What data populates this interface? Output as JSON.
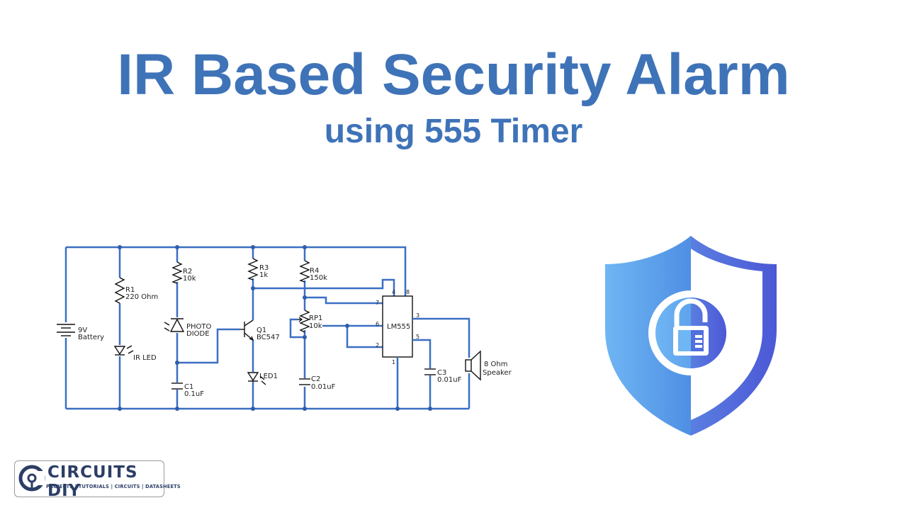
{
  "title": "IR Based Security Alarm",
  "subtitle": "using 555 Timer",
  "schematic": {
    "battery": {
      "ref": "9V",
      "desc": "Battery"
    },
    "r1": {
      "ref": "R1",
      "value": "220 Ohm"
    },
    "ir_led": {
      "label": "IR LED"
    },
    "r2": {
      "ref": "R2",
      "value": "10k"
    },
    "photodiode": {
      "line1": "PHOTO",
      "line2": "DIODE"
    },
    "c1": {
      "ref": "C1",
      "value": "0.1uF"
    },
    "r3": {
      "ref": "R3",
      "value": "1k"
    },
    "q1": {
      "ref": "Q1",
      "value": "BC547"
    },
    "led1": {
      "ref": "LED1"
    },
    "r4": {
      "ref": "R4",
      "value": "150k"
    },
    "rp1": {
      "ref": "RP1",
      "value": "10k"
    },
    "c2": {
      "ref": "C2",
      "value": "0.01uF"
    },
    "ic": {
      "label": "LM555",
      "pins": [
        "4",
        "8",
        "7",
        "6",
        "2",
        "3",
        "5",
        "1"
      ]
    },
    "c3": {
      "ref": "C3",
      "value": "0.01uF"
    },
    "speaker": {
      "line1": "8 Ohm",
      "line2": "Speaker"
    }
  },
  "logo": {
    "name": "CIRCUITS DIY",
    "tagline": "PROJECTS | TUTORIALS | CIRCUITS | DATASHEETS"
  },
  "colors": {
    "title": "#3f73b8",
    "wire": "#3b6fc4",
    "shield_light": "#6aaef0",
    "shield_dark": "#4a62d8"
  },
  "icons": [
    "shield-lock-icon",
    "circuits-diy-logo-icon"
  ]
}
